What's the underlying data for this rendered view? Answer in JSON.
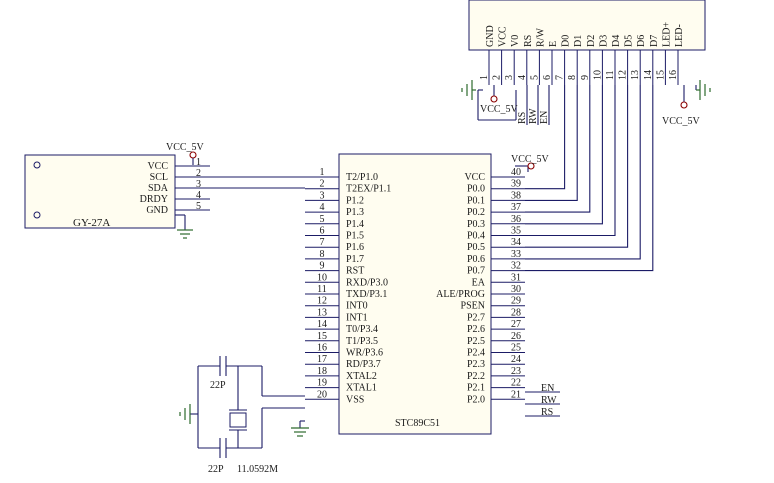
{
  "chip": {
    "name": "STC89C51",
    "left_pins": [
      {
        "num": "1",
        "label": "T2/P1.0"
      },
      {
        "num": "2",
        "label": "T2EX/P1.1"
      },
      {
        "num": "3",
        "label": "P1.2"
      },
      {
        "num": "4",
        "label": "P1.3"
      },
      {
        "num": "5",
        "label": "P1.4"
      },
      {
        "num": "6",
        "label": "P1.5"
      },
      {
        "num": "7",
        "label": "P1.6"
      },
      {
        "num": "8",
        "label": "P1.7"
      },
      {
        "num": "9",
        "label": "RST"
      },
      {
        "num": "10",
        "label": "RXD/P3.0"
      },
      {
        "num": "11",
        "label": "TXD/P3.1"
      },
      {
        "num": "12",
        "label": "INT0"
      },
      {
        "num": "13",
        "label": "INT1"
      },
      {
        "num": "14",
        "label": "T0/P3.4"
      },
      {
        "num": "15",
        "label": "T1/P3.5"
      },
      {
        "num": "16",
        "label": "WR/P3.6"
      },
      {
        "num": "17",
        "label": "RD/P3.7"
      },
      {
        "num": "18",
        "label": "XTAL2"
      },
      {
        "num": "19",
        "label": "XTAL1"
      },
      {
        "num": "20",
        "label": "VSS"
      }
    ],
    "right_pins": [
      {
        "num": "40",
        "label": "VCC"
      },
      {
        "num": "39",
        "label": "P0.0"
      },
      {
        "num": "38",
        "label": "P0.1"
      },
      {
        "num": "37",
        "label": "P0.2"
      },
      {
        "num": "36",
        "label": "P0.3"
      },
      {
        "num": "35",
        "label": "P0.4"
      },
      {
        "num": "34",
        "label": "P0.5"
      },
      {
        "num": "33",
        "label": "P0.6"
      },
      {
        "num": "32",
        "label": "P0.7"
      },
      {
        "num": "31",
        "label": "EA"
      },
      {
        "num": "30",
        "label": "ALE/PROG"
      },
      {
        "num": "29",
        "label": "PSEN"
      },
      {
        "num": "28",
        "label": "P2.7"
      },
      {
        "num": "27",
        "label": "P2.6"
      },
      {
        "num": "26",
        "label": "P2.5"
      },
      {
        "num": "25",
        "label": "P2.4"
      },
      {
        "num": "24",
        "label": "P2.3"
      },
      {
        "num": "23",
        "label": "P2.2"
      },
      {
        "num": "22",
        "label": "P2.1"
      },
      {
        "num": "21",
        "label": "P2.0"
      }
    ]
  },
  "lcd": {
    "pins": [
      {
        "num": "1",
        "label": "GND"
      },
      {
        "num": "2",
        "label": "VCC"
      },
      {
        "num": "3",
        "label": "V0"
      },
      {
        "num": "4",
        "label": "RS"
      },
      {
        "num": "5",
        "label": "R/W"
      },
      {
        "num": "6",
        "label": "E"
      },
      {
        "num": "7",
        "label": "D0"
      },
      {
        "num": "8",
        "label": "D1"
      },
      {
        "num": "9",
        "label": "D2"
      },
      {
        "num": "10",
        "label": "D3"
      },
      {
        "num": "11",
        "label": "D4"
      },
      {
        "num": "12",
        "label": "D5"
      },
      {
        "num": "13",
        "label": "D6"
      },
      {
        "num": "14",
        "label": "D7"
      },
      {
        "num": "15",
        "label": "LED+"
      },
      {
        "num": "16",
        "label": "LED-"
      }
    ],
    "ctrl_labels": [
      "RS",
      "RW",
      "EN"
    ],
    "vcc_left": "VCC_5V",
    "vcc_right": "VCC_5V"
  },
  "sensor": {
    "name": "GY-27A",
    "pins": [
      {
        "num": "1",
        "label": "VCC"
      },
      {
        "num": "2",
        "label": "SCL"
      },
      {
        "num": "3",
        "label": "SDA"
      },
      {
        "num": "4",
        "label": "DRDY"
      },
      {
        "num": "5",
        "label": "GND"
      }
    ],
    "vcc": "VCC_5V"
  },
  "chip_vcc": "VCC_5V",
  "net_labels": [
    "EN",
    "RW",
    "RS"
  ],
  "crystal": {
    "cap_top": "22P",
    "cap_bottom": "22P",
    "freq": "11.0592M"
  },
  "colors": {
    "wire": "#1b1b66",
    "ground": "#2d6a2d",
    "power": "#8b0000",
    "body": "#fffdf0"
  }
}
